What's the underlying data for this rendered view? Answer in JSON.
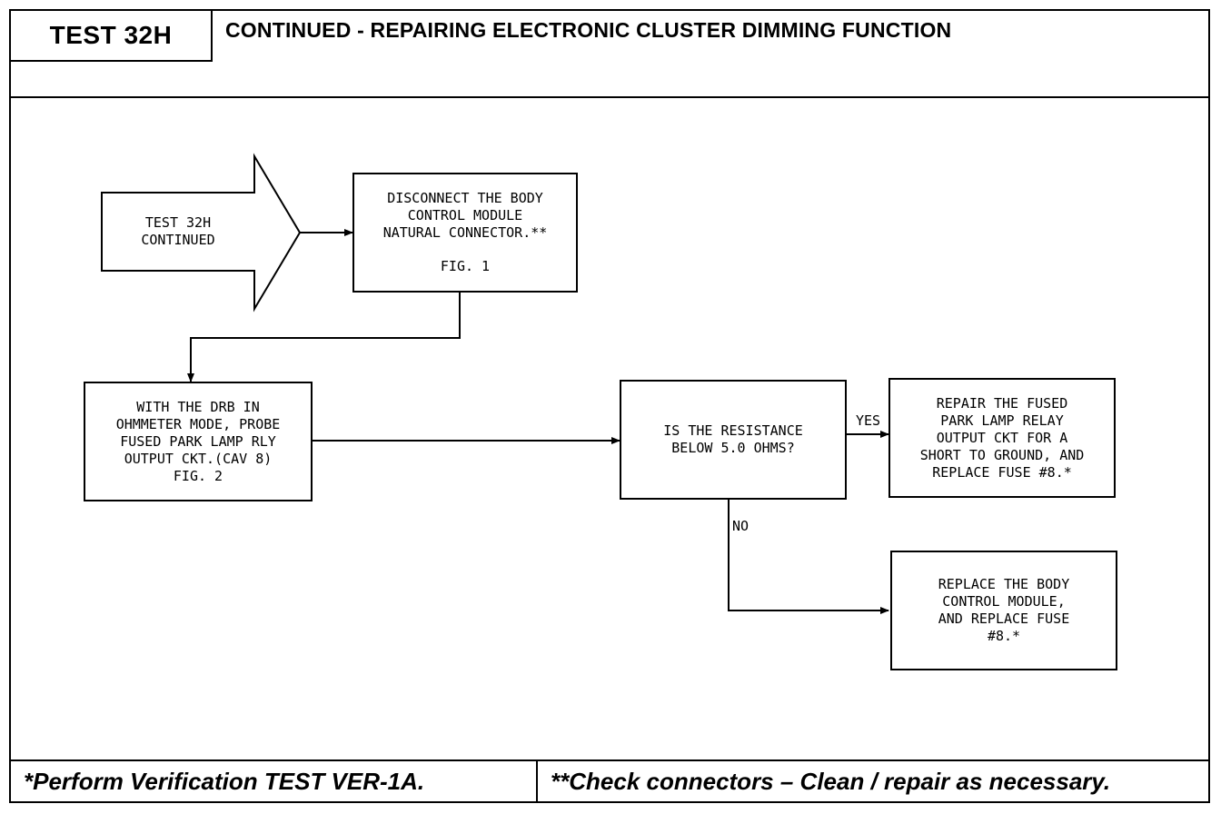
{
  "header": {
    "test_label": "TEST 32H",
    "title": "CONTINUED - REPAIRING ELECTRONIC CLUSTER DIMMING FUNCTION"
  },
  "flow": {
    "start": {
      "line1": "TEST 32H",
      "line2": "CONTINUED"
    },
    "disconnect": {
      "line1": "DISCONNECT THE BODY",
      "line2": "CONTROL MODULE",
      "line3": "NATURAL CONNECTOR.**",
      "line4": "FIG. 1"
    },
    "probe": {
      "line1": "WITH THE DRB IN",
      "line2": "OHMMETER MODE, PROBE",
      "line3": "FUSED PARK LAMP RLY",
      "line4": "OUTPUT CKT.(CAV 8)",
      "line5": "FIG. 2"
    },
    "question": {
      "line1": "IS THE RESISTANCE",
      "line2": "BELOW 5.0 OHMS?"
    },
    "repair": {
      "line1": "REPAIR THE FUSED",
      "line2": "PARK LAMP RELAY",
      "line3": "OUTPUT CKT FOR A",
      "line4": "SHORT TO GROUND, AND",
      "line5": "REPLACE FUSE #8.*"
    },
    "replace": {
      "line1": "REPLACE THE BODY",
      "line2": "CONTROL MODULE,",
      "line3": "AND REPLACE FUSE",
      "line4": "#8.*"
    },
    "yes_label": "YES",
    "no_label": "NO"
  },
  "footer": {
    "left": "*Perform Verification TEST VER-1A.",
    "right": "**Check connectors – Clean / repair as necessary."
  }
}
